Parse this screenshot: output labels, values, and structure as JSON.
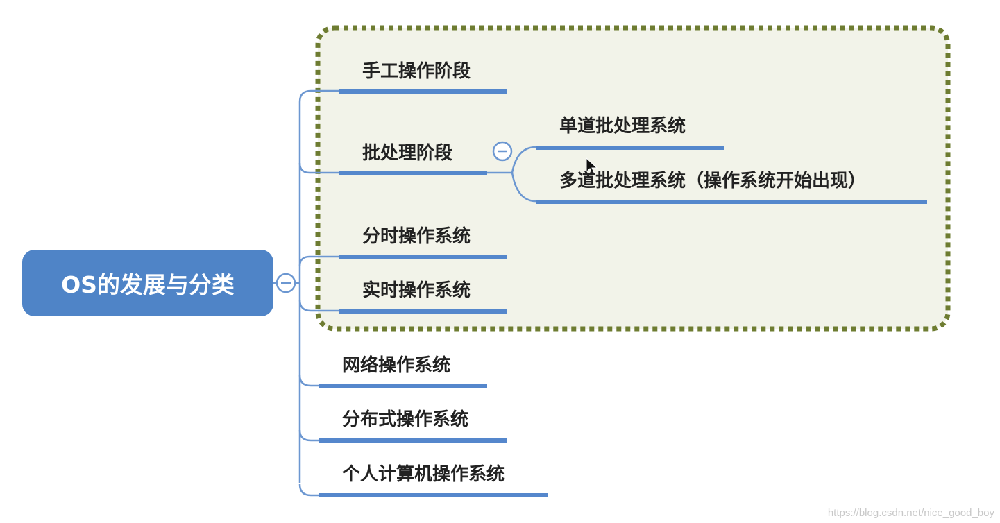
{
  "root": {
    "label": "OS的发展与分类"
  },
  "branches": [
    {
      "label": "手工操作阶段"
    },
    {
      "label": "批处理阶段",
      "children": [
        {
          "label": "单道批处理系统"
        },
        {
          "label": "多道批处理系统（操作系统开始出现）"
        }
      ]
    },
    {
      "label": "分时操作系统"
    },
    {
      "label": "实时操作系统"
    },
    {
      "label": "网络操作系统"
    },
    {
      "label": "分布式操作系统"
    },
    {
      "label": "个人计算机操作系统"
    }
  ],
  "collapse_symbol": "−",
  "watermark": "https://blog.csdn.net/nice_good_boy",
  "colors": {
    "node_fill": "#4f84c7",
    "underline": "#5587cc",
    "connector": "#6c97d1",
    "highlight_border": "#6e7c31",
    "highlight_fill": "#f2f3e9",
    "text": "#222222"
  }
}
